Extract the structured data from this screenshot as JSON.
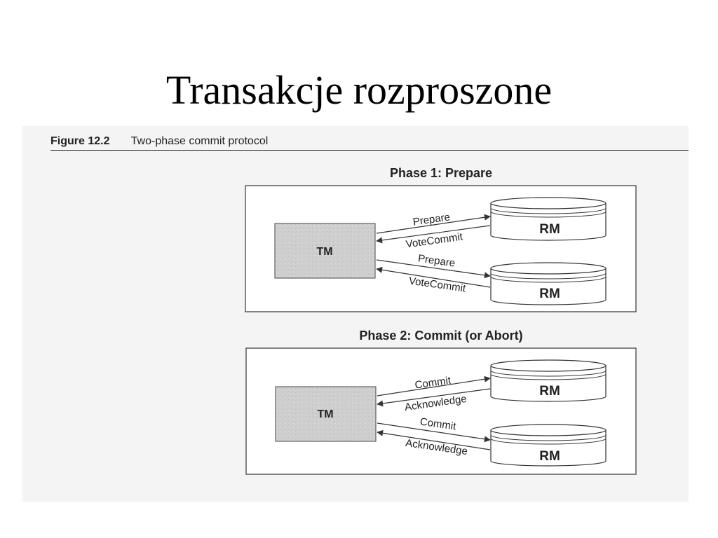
{
  "slide": {
    "title": "Transakcje rozproszone"
  },
  "figure": {
    "number": "Figure 12.2",
    "caption": "Two-phase commit protocol"
  },
  "phases": [
    {
      "title": "Phase 1: Prepare",
      "coordinator": "TM",
      "participants": [
        {
          "label": "RM",
          "request": "Prepare",
          "reply": "VoteCommit"
        },
        {
          "label": "RM",
          "request": "Prepare",
          "reply": "VoteCommit"
        }
      ]
    },
    {
      "title": "Phase 2: Commit (or Abort)",
      "coordinator": "TM",
      "participants": [
        {
          "label": "RM",
          "request": "Commit",
          "reply": "Acknowledge"
        },
        {
          "label": "RM",
          "request": "Commit",
          "reply": "Acknowledge"
        }
      ]
    }
  ]
}
